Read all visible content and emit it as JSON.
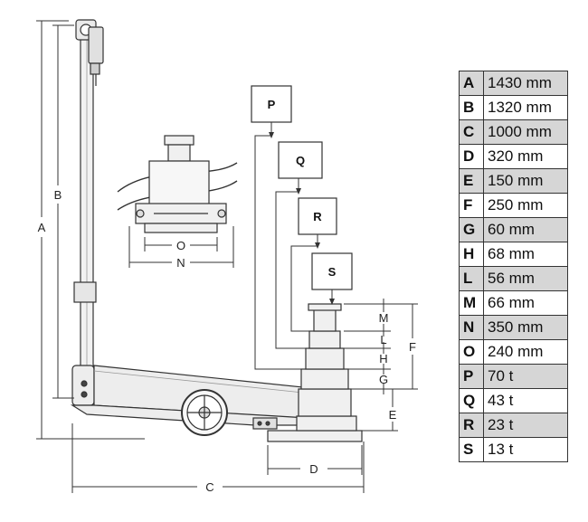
{
  "diagram": {
    "dimension_letters": [
      "A",
      "B",
      "C",
      "D",
      "E",
      "F",
      "G",
      "H",
      "L",
      "M",
      "N",
      "O"
    ],
    "load_stages": [
      "P",
      "Q",
      "R",
      "S"
    ]
  },
  "specs": [
    {
      "letter": "A",
      "value": "1430 mm"
    },
    {
      "letter": "B",
      "value": "1320 mm"
    },
    {
      "letter": "C",
      "value": "1000 mm"
    },
    {
      "letter": "D",
      "value": "320 mm"
    },
    {
      "letter": "E",
      "value": "150 mm"
    },
    {
      "letter": "F",
      "value": "250 mm"
    },
    {
      "letter": "G",
      "value": "60 mm"
    },
    {
      "letter": "H",
      "value": "68 mm"
    },
    {
      "letter": "L",
      "value": "56 mm"
    },
    {
      "letter": "M",
      "value": "66 mm"
    },
    {
      "letter": "N",
      "value": "350 mm"
    },
    {
      "letter": "O",
      "value": "240 mm"
    },
    {
      "letter": "P",
      "value": "70 t"
    },
    {
      "letter": "Q",
      "value": "43 t"
    },
    {
      "letter": "R",
      "value": "23 t"
    },
    {
      "letter": "S",
      "value": "13 t"
    }
  ],
  "colors": {
    "line": "#333333",
    "shaded_row": "#d6d6d6",
    "body_fill": "#e8e8e8"
  }
}
